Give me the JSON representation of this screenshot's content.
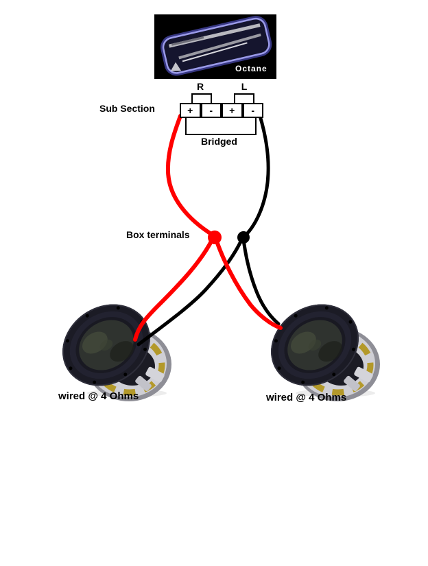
{
  "amp": {
    "model_label": "Octane",
    "section_label": "Sub Section",
    "bridged_label": "Bridged",
    "channel_labels": {
      "right": "R",
      "left": "L"
    },
    "terminals": [
      "+",
      "-",
      "+",
      "-"
    ]
  },
  "box": {
    "label": "Box terminals"
  },
  "speakers": [
    {
      "caption": "wired @ 4 Ohms"
    },
    {
      "caption": "wired @ 4 Ohms"
    }
  ],
  "colors": {
    "positive_wire": "#ff0000",
    "negative_wire": "#000000",
    "positive_terminal_dot": "#ff0000",
    "negative_terminal_dot": "#000000"
  }
}
